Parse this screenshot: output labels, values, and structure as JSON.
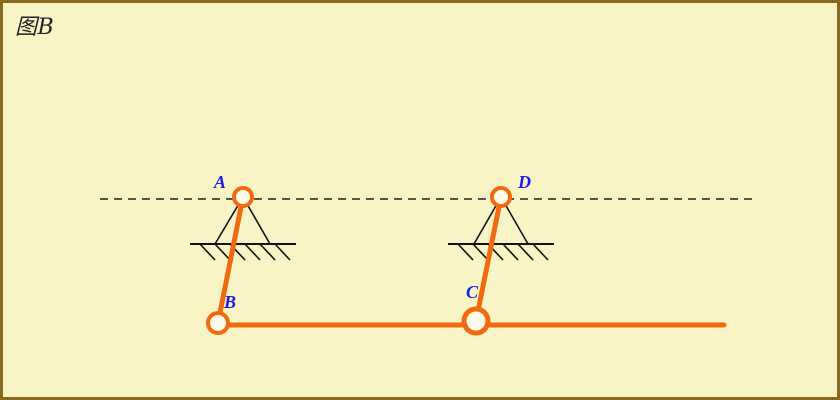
{
  "figure": {
    "title": "图B"
  },
  "points": {
    "A": "A",
    "B": "B",
    "C": "C",
    "D": "D"
  },
  "colors": {
    "background": "#f8f4c6",
    "frame": "#8a6a1e",
    "link": "#f26a10",
    "label": "#1a1aee",
    "ground": "#111111"
  }
}
